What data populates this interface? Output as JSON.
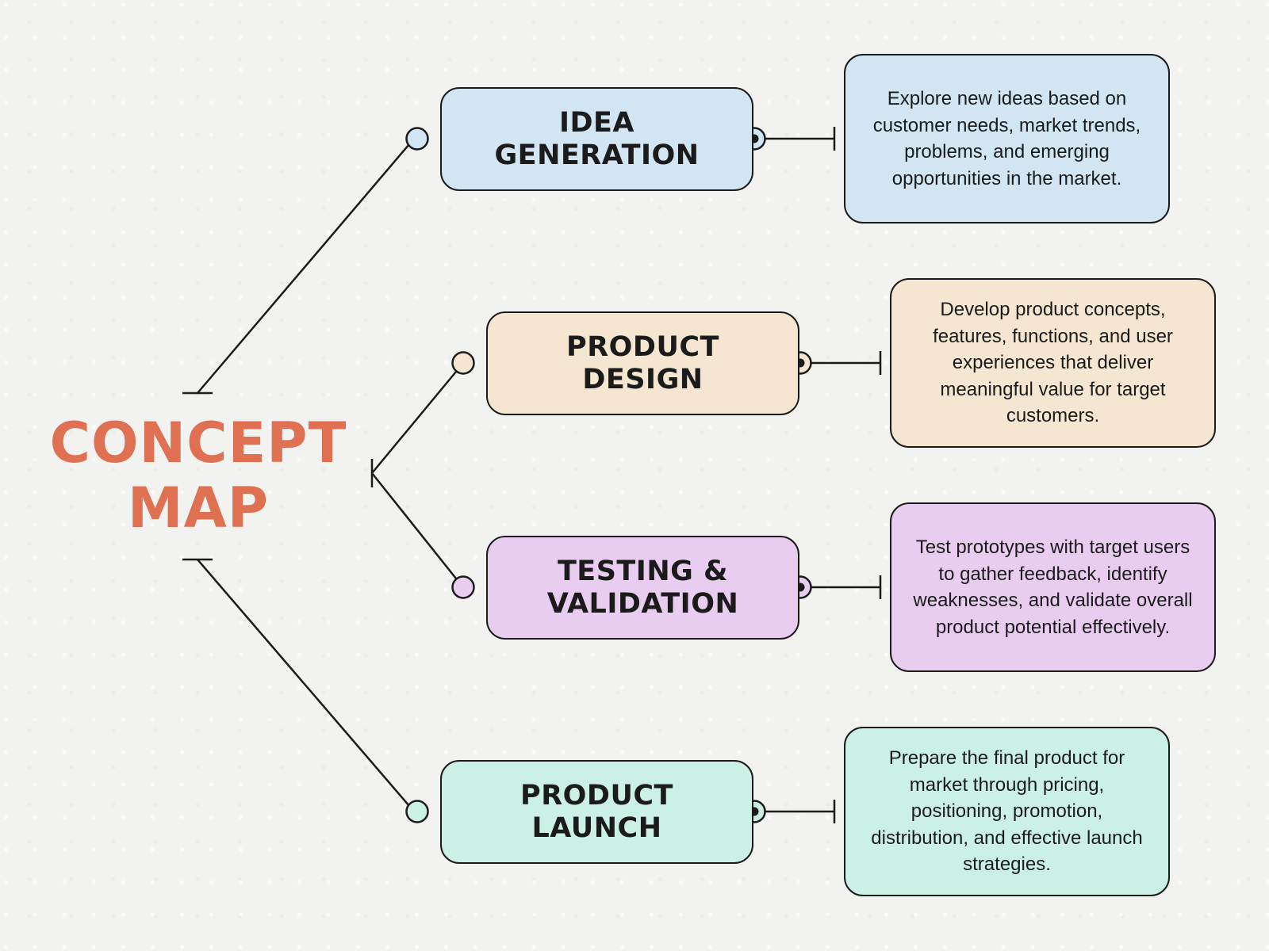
{
  "title": {
    "line1": "CONCEPT",
    "line2": "MAP"
  },
  "colors": {
    "title": "#e07052",
    "stroke": "#1b1b1b"
  },
  "nodes": [
    {
      "line1": "IDEA",
      "line2": "GENERATION",
      "fill": "#d1e6f2",
      "description": "Explore new ideas based on customer needs, market trends, problems, and emerging opportunities in the market."
    },
    {
      "line1": "PRODUCT",
      "line2": "DESIGN",
      "fill": "#f4e6d0",
      "description": "Develop product concepts, features, functions, and user experiences that deliver meaningful value for target customers."
    },
    {
      "line1": "TESTING &",
      "line2": "VALIDATION",
      "fill": "#e8cdf0",
      "description": "Test prototypes with target users to gather feedback, identify weaknesses, and validate overall product potential effectively."
    },
    {
      "line1": "PRODUCT",
      "line2": "LAUNCH",
      "fill": "#cbf0e6",
      "description": "Prepare the final product for market through pricing, positioning, promotion, distribution, and effective launch strategies."
    }
  ]
}
